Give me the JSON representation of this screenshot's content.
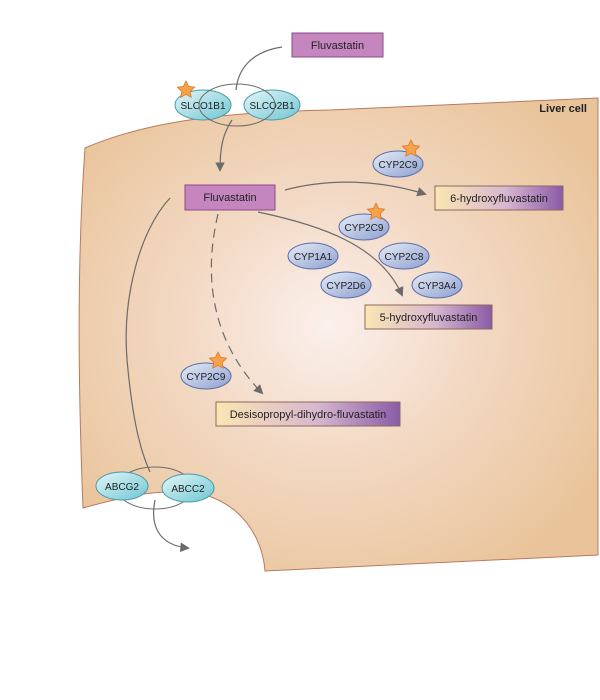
{
  "cell_label": "Liver cell",
  "drug_box_outside": "Fluvastatin",
  "drug_box_inside": "Fluvastatin",
  "uptake_transporters": [
    "SLCO1B1",
    "SLCO2B1"
  ],
  "efflux_transporters": [
    "ABCG2",
    "ABCC2"
  ],
  "enzymes": {
    "cyp2c9_top": "CYP2C9",
    "cyp2c9_mid": "CYP2C9",
    "cyp1a1": "CYP1A1",
    "cyp2c8": "CYP2C8",
    "cyp2d6": "CYP2D6",
    "cyp3a4": "CYP3A4",
    "cyp2c9_low": "CYP2C9"
  },
  "metabolites": {
    "m6oh": "6-hydroxyfluvastatin",
    "m5oh": "5-hydroxyfluvastatin",
    "desisopropyl": "Desisopropyl-dihydro-fluvastatin"
  },
  "colors": {
    "cell_fill": "#e9c49a",
    "cell_center": "#f8ece6",
    "cell_stroke": "#b97a5c",
    "drug_box": "#c586c0",
    "metabolite_from": "#fbe6b2",
    "metabolite_to": "#8a5ba6",
    "transporter": "#a8dfe6",
    "enzyme": "#c8d2ea",
    "star": "#f5a24a",
    "arrow": "#6b6b6b"
  }
}
